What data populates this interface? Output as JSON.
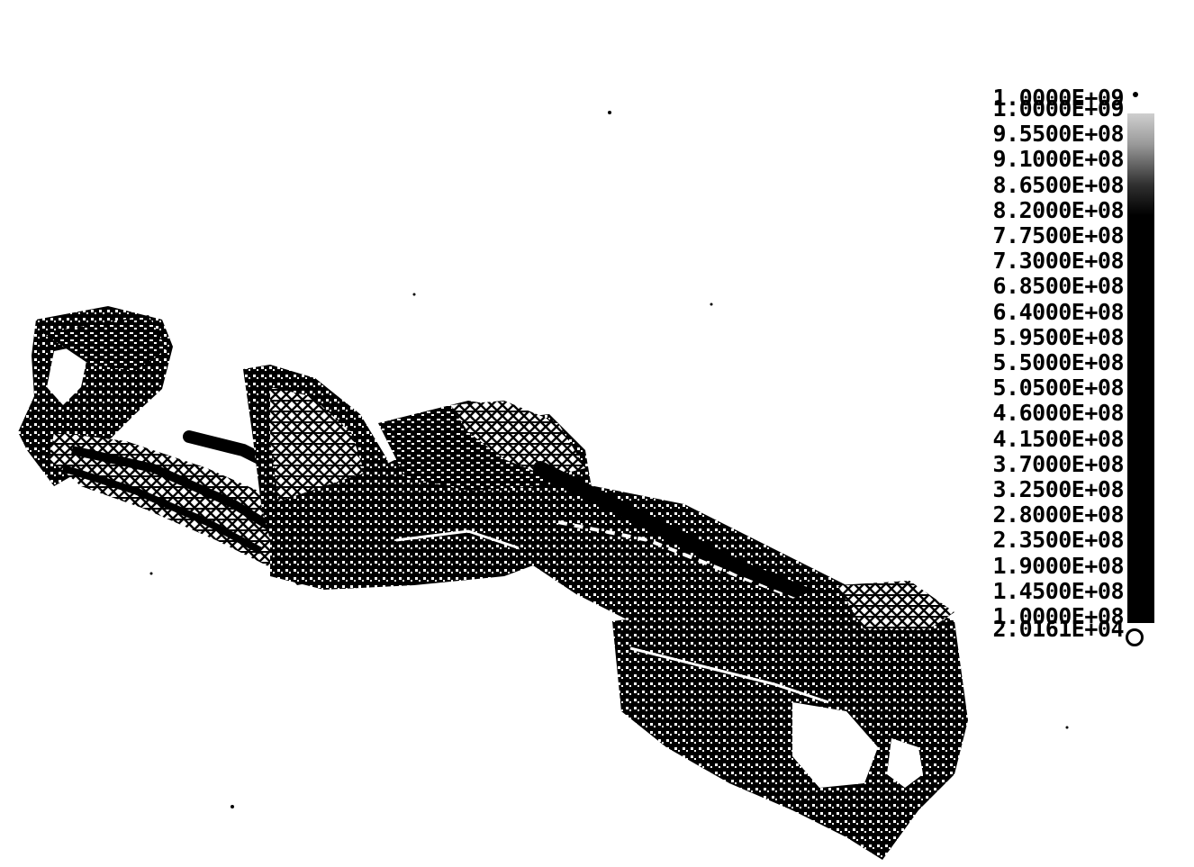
{
  "legend": {
    "labels": [
      "1.0000E+09",
      "1.0000E+09",
      "9.5500E+08",
      "9.1000E+08",
      "8.6500E+08",
      "8.2000E+08",
      "7.7500E+08",
      "7.3000E+08",
      "6.8500E+08",
      "6.4000E+08",
      "5.9500E+08",
      "5.5000E+08",
      "5.0500E+08",
      "4.6000E+08",
      "4.1500E+08",
      "3.7000E+08",
      "3.2500E+08",
      "2.8000E+08",
      "2.3500E+08",
      "1.9000E+08",
      "1.4500E+08",
      "1.0000E+08",
      "2.0161E+04"
    ],
    "colors": {
      "bar_top": "#cfcfcf",
      "bar_main": "#000000"
    }
  },
  "model": {
    "name": "mesh-frame",
    "colors": {
      "mesh": "#000000",
      "background": "#ffffff"
    }
  }
}
